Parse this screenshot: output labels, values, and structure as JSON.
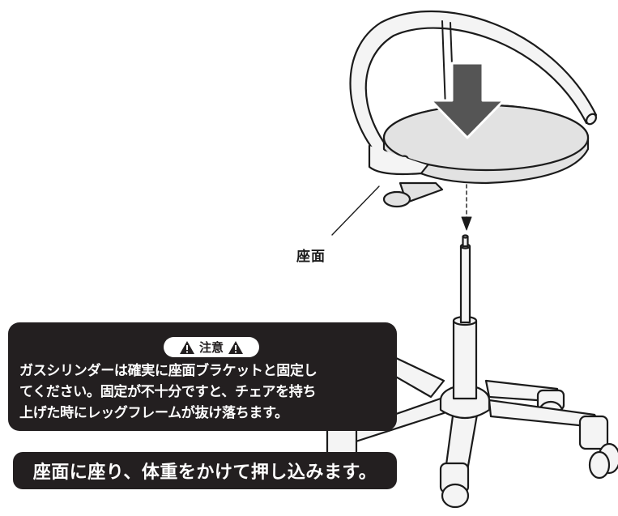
{
  "diagram": {
    "part_label": "座面",
    "caution": {
      "title": "注意",
      "icon": "warning-triangle-icon",
      "lines": [
        "ガスシリンダーは確実に座面ブラケットと固定し",
        "てください。固定が不十分ですと、チェアを持ち",
        "上げた時にレッグフレームが抜け落ちます。"
      ]
    },
    "instruction": "座面に座り、体重をかけて押し込みます。",
    "colors": {
      "panel": "#231f20",
      "seat_fill": "#e2e2e2",
      "metal_fill": "#f4f4f4",
      "arrow_fill": "#555555",
      "line": "#1b1b1b"
    }
  }
}
